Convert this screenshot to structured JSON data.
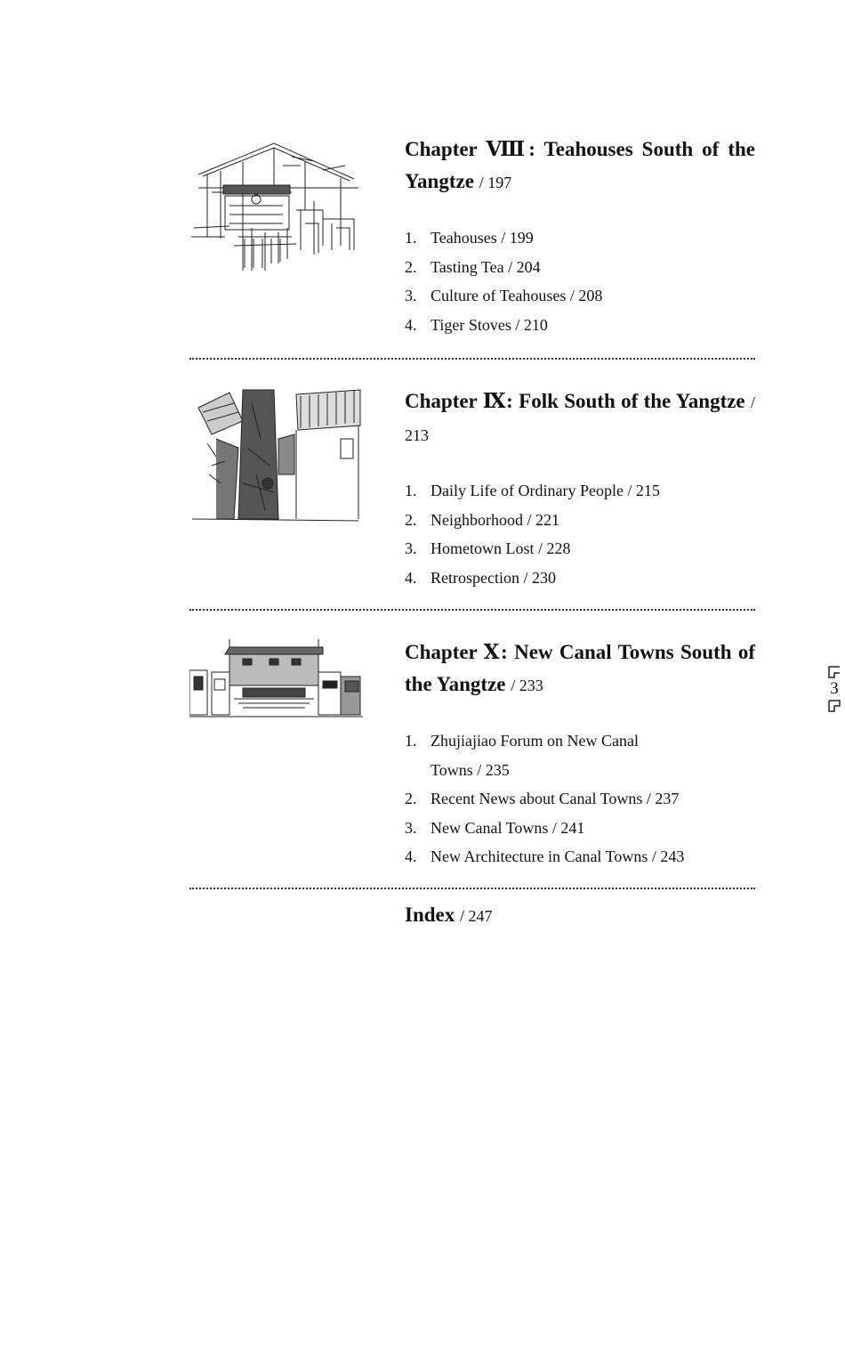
{
  "chapters": [
    {
      "title": "Chapter Ⅷ: Teahouses South of the Yangtze",
      "page": "/ 197",
      "illustration": "teahouse-sketch",
      "items": [
        {
          "num": "1.",
          "text": "Teahouses / 199"
        },
        {
          "num": "2.",
          "text": "Tasting Tea / 204"
        },
        {
          "num": "3.",
          "text": "Culture of Teahouses / 208"
        },
        {
          "num": "4.",
          "text": "Tiger Stoves / 210"
        }
      ]
    },
    {
      "title": "Chapter Ⅸ: Folk South of the Yangtze",
      "page": "/ 213",
      "illustration": "alley-sketch",
      "items": [
        {
          "num": "1.",
          "text": "Daily Life of Ordinary People / 215"
        },
        {
          "num": "2.",
          "text": "Neighborhood / 221"
        },
        {
          "num": "3.",
          "text": "Hometown Lost / 228"
        },
        {
          "num": "4.",
          "text": "Retrospection / 230"
        }
      ]
    },
    {
      "title": "Chapter Ⅹ: New Canal Towns South of the Yangtze",
      "page": "/ 233",
      "illustration": "building-elevation",
      "items": [
        {
          "num": "1.",
          "text": "Zhujiajiao Forum on New Canal Towns / 235"
        },
        {
          "num": "2.",
          "text": "Recent News about Canal Towns / 237"
        },
        {
          "num": "3.",
          "text": "New Canal Towns / 241"
        },
        {
          "num": "4.",
          "text": "New Architecture in Canal Towns / 243"
        }
      ]
    }
  ],
  "index": {
    "label": "Index",
    "page": "/ 247"
  },
  "folio": "3"
}
